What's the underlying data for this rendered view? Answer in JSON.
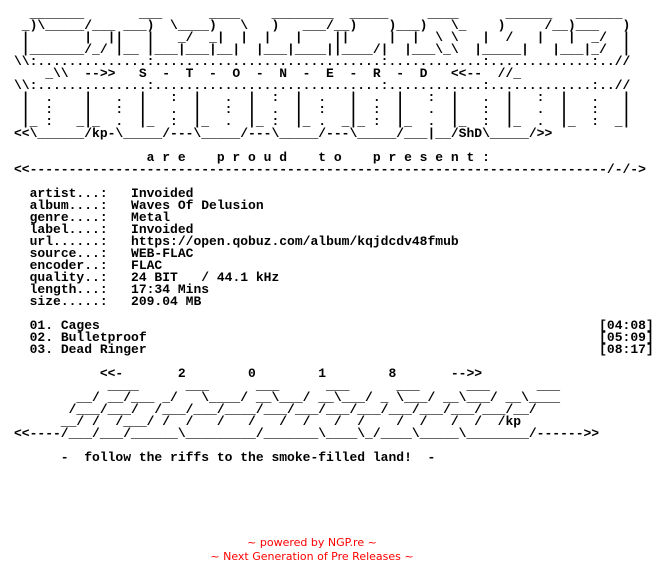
{
  "nfo": {
    "ascii_header": "  _______       ___      ____    ________  _____     ____      ______   ______  \n _)\\_____/___ ___)  \\____)   \\   )   ___/__)    )___)   \\_    )     /__)___   )  \n |       |  ||   |   _/  _|  |  |   |    ||     |  |  \\ \\   |  /   |   |  _/  |  \n |_______/_/ |__ |___|___|__|  |___|____||____/|  |___\\_\\  |_____|   |___|_/  |  \n\\\\:..............:.............................:............:.............:..//\n    _\\\\  -->>   S  -  T  -  O  -  N  -  E  -  R  -  D   <<--  //_\n\\\\:..............:.............................:............:.............:..//\n |  .    |   .  |   :  |   .  |  :  |  .   |  .  |   :  |   .  |   :  |   .   |\n |  :    |   :  |   .  |   :  |  .  |  :   |  :  |   .  |   :  |   .  |   :   |\n |_ :   _|_  .  |_  :  |_  .  |_ :  |_ .  _|_ :  |_  .  |_  :  |_  .  |_  :  _|\n<<\\______/kp-\\_____/---\\_____/---\\_____/---\\_____/___|__/ShD\\_____/>>",
    "present_line": "                 a r e    p r o u d    t o    p r e s e n t :",
    "rule_top": "<<--------------------------------------------------------------------------/-/->",
    "info_rows": [
      {
        "key": "artist...:",
        "value": "Invoided"
      },
      {
        "key": "album....:",
        "value": "Waves Of Delusion"
      },
      {
        "key": "genre....:",
        "value": "Metal"
      },
      {
        "key": "label....:",
        "value": "Invoided"
      },
      {
        "key": "url......:",
        "value": "https://open.qobuz.com/album/kqjdcdv48fmub"
      },
      {
        "key": "source...:",
        "value": "WEB-FLAC"
      },
      {
        "key": "encoder..:",
        "value": "FLAC"
      },
      {
        "key": "quality..:",
        "value": "24 BIT   / 44.1 kHz"
      },
      {
        "key": "length...:",
        "value": "17:34 Mins"
      },
      {
        "key": "size.....:",
        "value": "209.04 MB"
      }
    ],
    "tracks": [
      {
        "title": "01. Cages",
        "time": "[04:08]"
      },
      {
        "title": "02. Bulletproof",
        "time": "[05:09]"
      },
      {
        "title": "03. Dead Ringer",
        "time": "[08:17]"
      }
    ],
    "year_line": "           <<-       2        0        1        8       -->>",
    "ascii_footer": "            ____      ___      ___      ___      ___      ___      ___\n        __/ __/___ _/   \\____/ __\\___/ __\\___/ _ \\___/ __\\___/ __\\____\n       /___/___/  /___/___/____/___/___/___/___/___/___/___/___/__/\n      __/ /  /___/ /  /   /   /   /  /   /  /    /  /   /  /  /kp\n<<----/___/___/______\\_________/_______\\____\\_/____\\_____\\________/------>>",
    "slogan": "      -  follow the riffs to the smoke-filled land!  -"
  },
  "footer": {
    "line1": "~ powered by NGP.re ~",
    "line2": "~ Next Generation of Pre Releases ~"
  },
  "colors": {
    "text": "#000000",
    "footer": "#ff0000",
    "background": "#ffffff"
  }
}
